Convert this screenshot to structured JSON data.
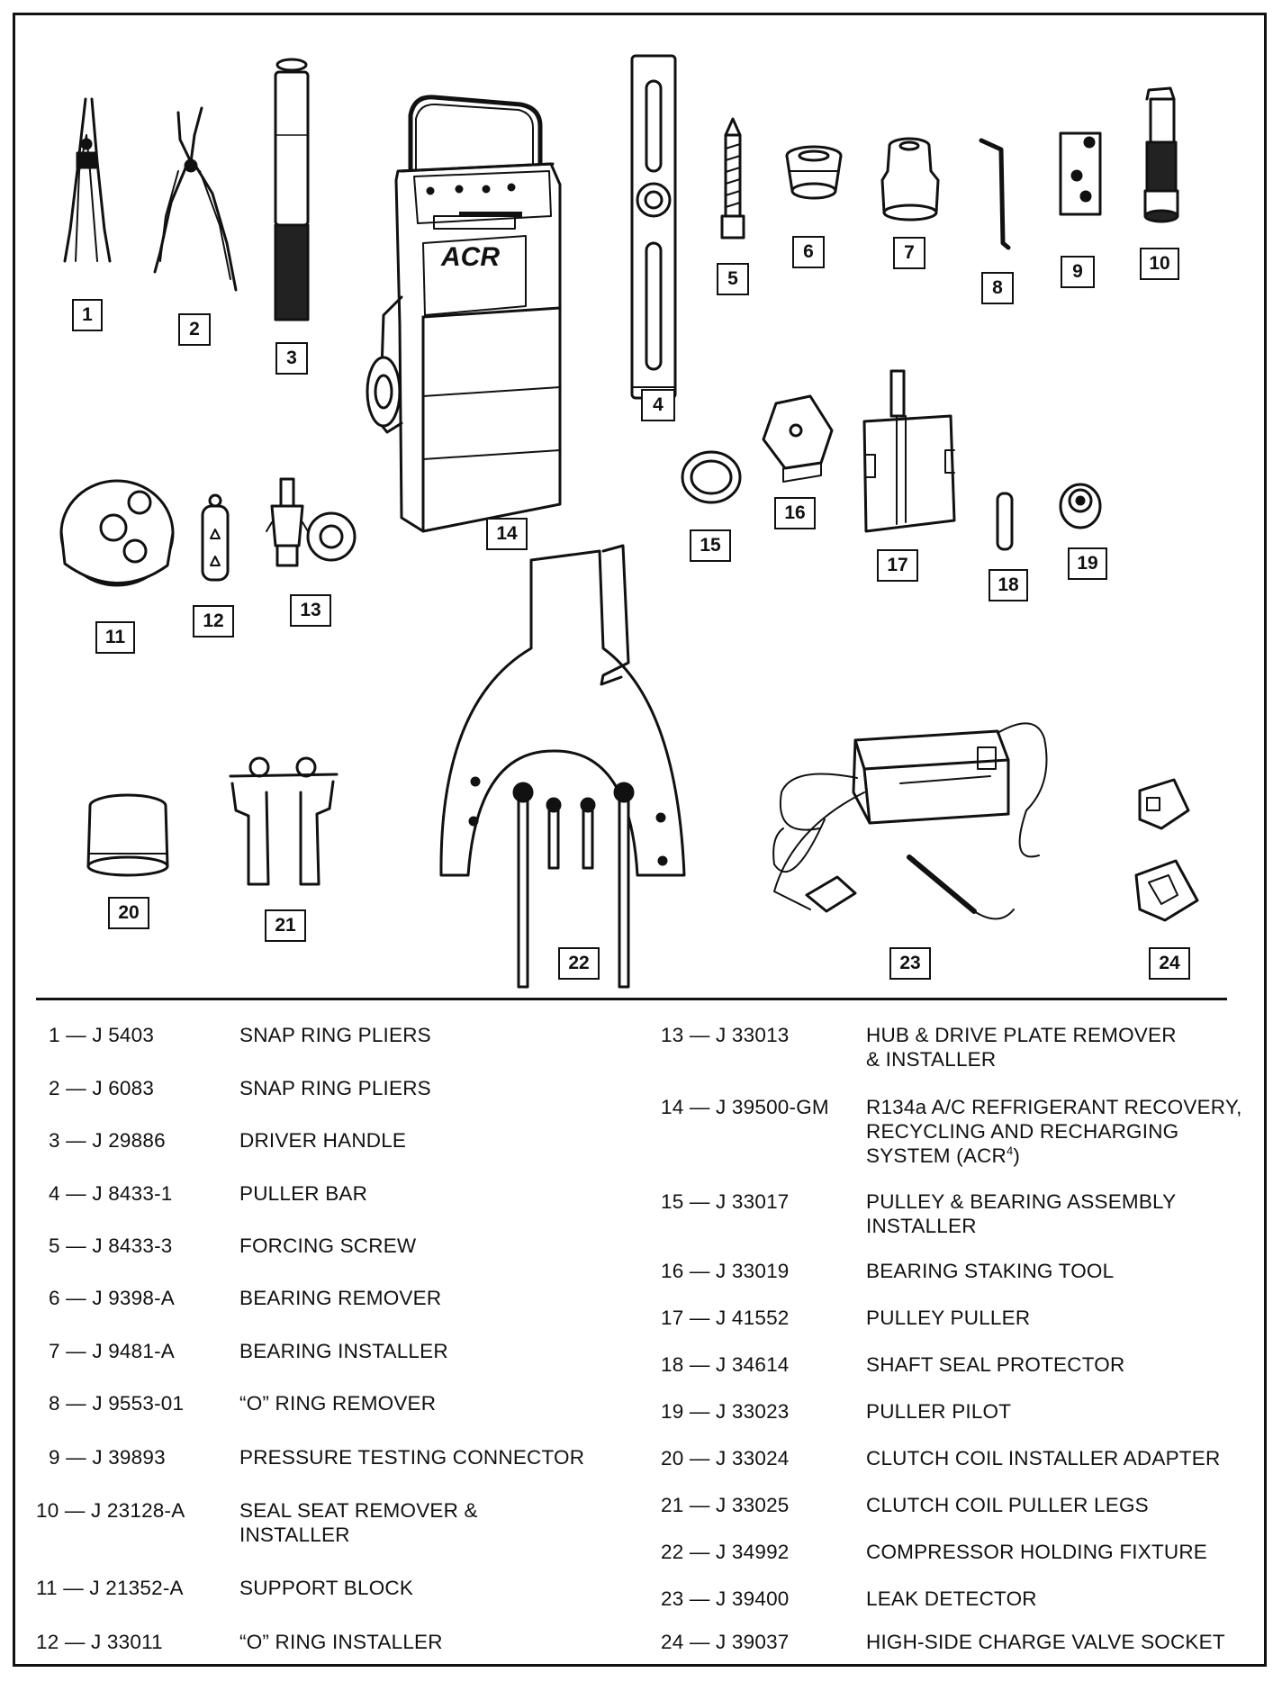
{
  "callouts": [
    "1",
    "2",
    "3",
    "4",
    "5",
    "6",
    "7",
    "8",
    "9",
    "10",
    "11",
    "12",
    "13",
    "14",
    "15",
    "16",
    "17",
    "18",
    "19",
    "20",
    "21",
    "22",
    "23",
    "24"
  ],
  "machine_label": "ACR",
  "legend_left": [
    {
      "num": "1 — J 5403",
      "desc": "SNAP RING PLIERS"
    },
    {
      "num": "2 — J 6083",
      "desc": "SNAP RING PLIERS"
    },
    {
      "num": "3 — J 29886",
      "desc": "DRIVER HANDLE"
    },
    {
      "num": "4 — J 8433-1",
      "desc": "PULLER BAR"
    },
    {
      "num": "5 — J 8433-3",
      "desc": "FORCING SCREW"
    },
    {
      "num": "6 — J 9398-A",
      "desc": "BEARING REMOVER"
    },
    {
      "num": "7 — J 9481-A",
      "desc": "BEARING INSTALLER"
    },
    {
      "num": "8 — J 9553-01",
      "desc": "“O” RING REMOVER"
    },
    {
      "num": "9 — J 39893",
      "desc": "PRESSURE TESTING CONNECTOR"
    },
    {
      "num": "10 — J 23128-A",
      "desc": "SEAL SEAT REMOVER &",
      "desc2": "INSTALLER"
    },
    {
      "num": "11 — J 21352-A",
      "desc": "SUPPORT BLOCK"
    },
    {
      "num": "12 — J 33011",
      "desc": "“O” RING INSTALLER"
    }
  ],
  "legend_right": [
    {
      "num": "13 — J 33013",
      "desc": "HUB & DRIVE PLATE REMOVER",
      "desc2": "& INSTALLER"
    },
    {
      "num": "14 — J 39500-GM",
      "desc": "R134a A/C REFRIGERANT RECOVERY,",
      "desc2": "RECYCLING AND RECHARGING",
      "desc3": "SYSTEM (ACR",
      "sup": "4",
      "desc3_end": ")"
    },
    {
      "num": "15 — J 33017",
      "desc": "PULLEY & BEARING ASSEMBLY",
      "desc2": "INSTALLER"
    },
    {
      "num": "16 — J 33019",
      "desc": "BEARING STAKING TOOL"
    },
    {
      "num": "17 — J 41552",
      "desc": "PULLEY PULLER"
    },
    {
      "num": "18 — J 34614",
      "desc": "SHAFT SEAL PROTECTOR"
    },
    {
      "num": "19 — J 33023",
      "desc": "PULLER PILOT"
    },
    {
      "num": "20 — J 33024",
      "desc": "CLUTCH COIL INSTALLER ADAPTER"
    },
    {
      "num": "21 — J 33025",
      "desc": "CLUTCH COIL PULLER LEGS"
    },
    {
      "num": "22 — J 34992",
      "desc": "COMPRESSOR HOLDING FIXTURE"
    },
    {
      "num": "23 — J 39400",
      "desc": "LEAK DETECTOR"
    },
    {
      "num": "24 — J 39037",
      "desc": "HIGH-SIDE CHARGE VALVE SOCKET"
    }
  ]
}
